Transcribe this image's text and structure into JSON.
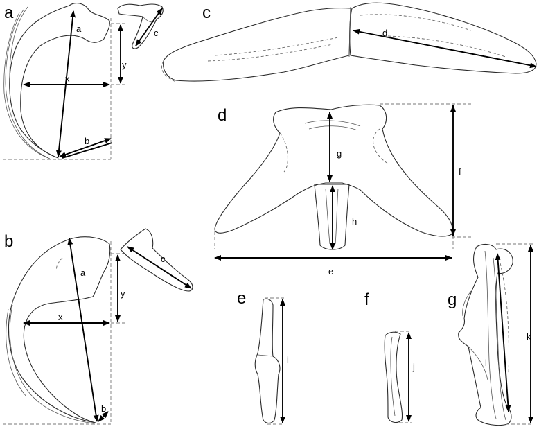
{
  "panels": {
    "a": "a",
    "b": "b",
    "c": "c",
    "d": "d",
    "e": "e",
    "f": "f",
    "g": "g"
  },
  "measurements": {
    "a": "a",
    "b": "b",
    "c": "c",
    "d": "d",
    "e": "e",
    "f": "f",
    "g": "g",
    "h": "h",
    "i": "i",
    "j": "j",
    "k": "k",
    "l": "l",
    "x": "x",
    "y": "y"
  }
}
